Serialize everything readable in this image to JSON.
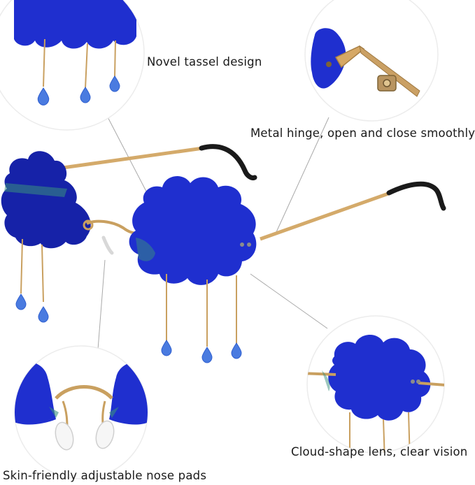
{
  "captions": {
    "tassel": "Novel tassel design",
    "hinge": "Metal hinge, open and close smoothly",
    "lens": "Cloud-shape lens, clear vision",
    "nose": "Skin-friendly adjustable nose pads"
  },
  "colors": {
    "lens": "#1f2fcf",
    "frame_gold": "#c9a060",
    "temple_tip": "#1a1a1a",
    "drop": "#4a7be0"
  }
}
